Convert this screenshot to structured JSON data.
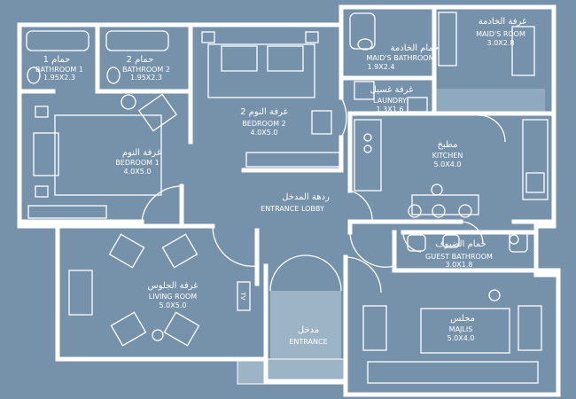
{
  "rooms": {
    "bathroom1": {
      "ar": "حمام 1",
      "en": "BATHROOM 1",
      "dim": "1.95X2.3"
    },
    "bathroom2": {
      "ar": "حمام 2",
      "en": "BATHROOM 2",
      "dim": "1.95X2.3"
    },
    "bedroom2": {
      "ar": "غرفة النوم 2",
      "en": "BEDROOM 2",
      "dim": "4.0X5.0"
    },
    "bedroom1": {
      "ar": "غرفة النوم",
      "en": "BEDROOM 1",
      "dim": "4.0X5.0"
    },
    "maid_bathroom": {
      "ar": "حمام الخادمة",
      "en": "MAID'S BATHROOM",
      "dim": "1.9X2.4"
    },
    "maid_room": {
      "ar": "غرفة الخادمة",
      "en": "MAID'S ROOM",
      "dim": "3.0X2.8"
    },
    "laundry": {
      "ar": "غرفة غسيل",
      "en": "LAUNDRY",
      "dim": "1.3X1.6"
    },
    "kitchen": {
      "ar": "مطبخ",
      "en": "KITCHEN",
      "dim": "5.0X4.0"
    },
    "entrance_lobby": {
      "ar": "ردهة المدخل",
      "en": "ENTRANCE LOBBY"
    },
    "guest_bathroom": {
      "ar": "حمام الضيوف",
      "en": "GUEST BATHROOM",
      "dim": "3.0X1.8"
    },
    "living_room": {
      "ar": "غرفة الجلوس",
      "en": "LIVING ROOM",
      "dim": "5.0X5.0"
    },
    "entrance": {
      "ar": "مدخل",
      "en": "ENTRANCE"
    },
    "majlis": {
      "ar": "مجلس",
      "en": "MAJLIS",
      "dim": "5.0X4.0"
    },
    "tv_label": "TV"
  },
  "colors": {
    "background": "#7692ab",
    "lines": "#ffffff",
    "entrance_fill": "#9db4c7"
  }
}
